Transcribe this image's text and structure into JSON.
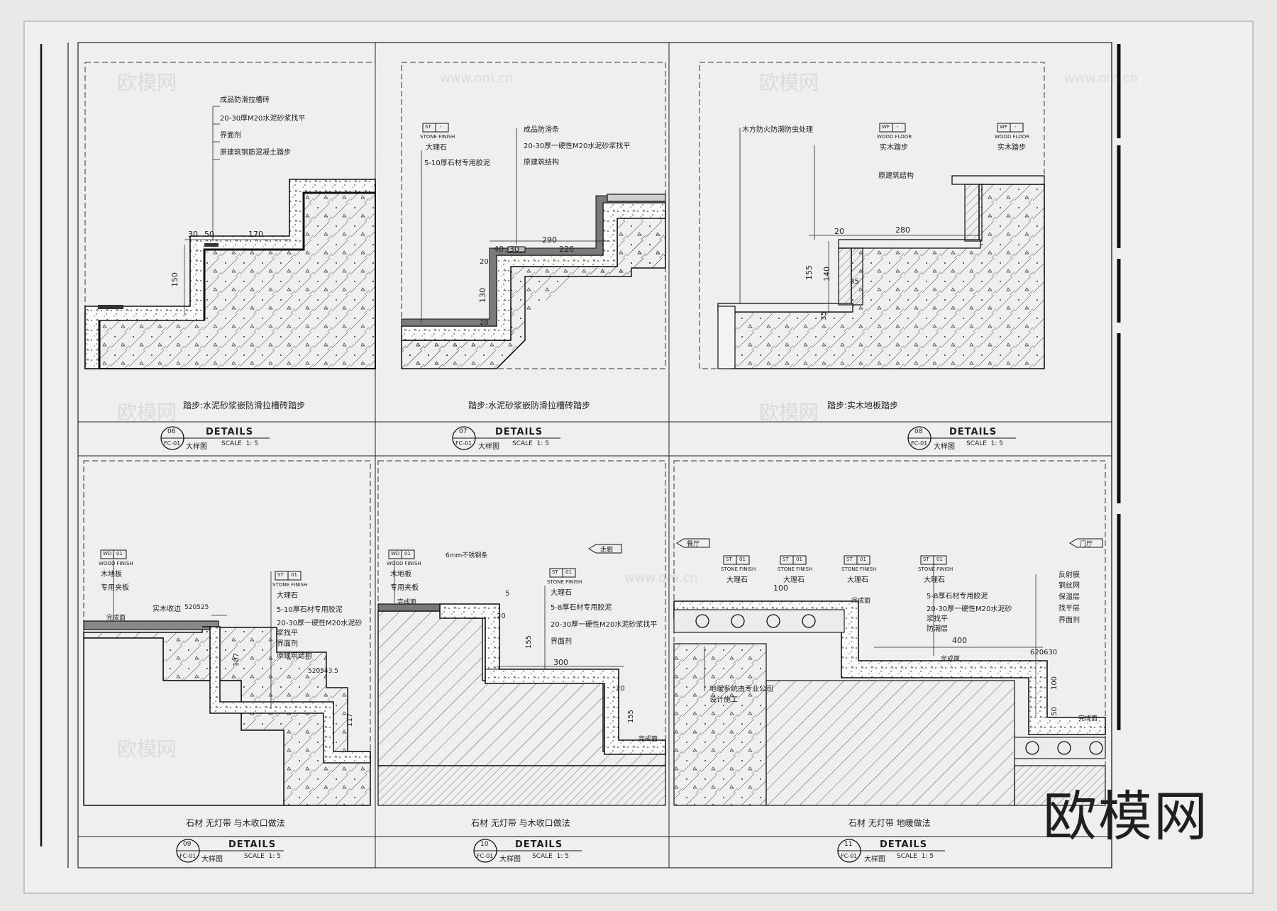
{
  "watermark": "欧模网",
  "faint_watermarks": [
    "欧模网",
    "www.om.cn"
  ],
  "panels": [
    {
      "id": "06",
      "sheet": "FC-01",
      "kind": "大样图",
      "title": "DETAILS",
      "scale": "SCALE  1: 5",
      "caption": "踏步:水泥砂浆嵌防滑拉槽砖踏步",
      "notes": [
        "成品防滑拉槽砖",
        "20-30厚M20水泥砂浆找平",
        "界面剂",
        "原建筑钢筋混凝土踏步"
      ],
      "dims": [
        "30",
        "50",
        "170",
        "150"
      ]
    },
    {
      "id": "07",
      "sheet": "FC-01",
      "kind": "大样图",
      "title": "DETAILS",
      "scale": "SCALE  1: 5",
      "caption": "踏步:水泥砂浆嵌防滑拉槽砖踏步",
      "tag": {
        "code": "ST",
        "num": "-",
        "en": "STONE FINISH",
        "cn": "大理石"
      },
      "notes": [
        "成品防滑条",
        "20-30厚一硬性M20水泥砂浆找平",
        "原建筑结构"
      ],
      "left_note": "5-10厚石材专用胶泥",
      "dims": [
        "40",
        "30",
        "290",
        "220",
        "20",
        "130",
        "20"
      ]
    },
    {
      "id": "08",
      "sheet": "FC-01",
      "kind": "大样图",
      "title": "DETAILS",
      "scale": "SCALE  1: 5",
      "caption": "踏步:实木地板踏步",
      "tags": [
        {
          "code": "WF",
          "num": "-",
          "en": "WOOD FLOOR",
          "cn": "实木踏步"
        },
        {
          "code": "WF",
          "num": "-",
          "en": "WOOD FLOOR",
          "cn": "实木踏步"
        }
      ],
      "left_note": "木方防火防潮防虫处理",
      "notes": [
        "原建筑结构"
      ],
      "dims": [
        "20",
        "280",
        "155",
        "140",
        "35",
        "35"
      ]
    },
    {
      "id": "09",
      "sheet": "FC-01",
      "kind": "大样图",
      "title": "DETAILS",
      "scale": "SCALE  1: 5",
      "caption": "石材 无灯带 与木收口做法",
      "tags": [
        {
          "code": "WD",
          "num": "01",
          "en": "WOOD FINISH",
          "cn": "木地板"
        },
        {
          "code": "ST",
          "num": "01",
          "en": "STONE FINISH",
          "cn": "大理石"
        }
      ],
      "left_notes": [
        "专用夹板",
        "实木收边"
      ],
      "notes": [
        "5-10厚石材专用胶泥",
        "20-30厚一硬性M20水泥砂",
        "浆找平",
        "界面剂",
        "原建筑结构"
      ],
      "marks": [
        "完成面"
      ],
      "dims": [
        "520525",
        "107",
        "520543.5",
        "117"
      ]
    },
    {
      "id": "10",
      "sheet": "FC-01",
      "kind": "大样图",
      "title": "DETAILS",
      "scale": "SCALE  1: 5",
      "caption": "石材 无灯带 与木收口做法",
      "tags": [
        {
          "code": "WD",
          "num": "01",
          "en": "WOOD FINISH",
          "cn": "木地板"
        },
        {
          "code": "ST",
          "num": "01",
          "en": "STONE FINISH",
          "cn": "大理石"
        }
      ],
      "left_notes": [
        "6mm不锈钢条",
        "专用夹板"
      ],
      "room_tag": "走廊",
      "notes": [
        "5-8厚石材专用胶泥",
        "20-30厚一硬性M20水泥砂浆找平",
        "界面剂"
      ],
      "marks": [
        "完成面",
        "完成面"
      ],
      "dims": [
        "5",
        "20",
        "155",
        "300",
        "20",
        "155"
      ]
    },
    {
      "id": "11",
      "sheet": "FC-01",
      "kind": "大样图",
      "title": "DETAILS",
      "scale": "SCALE  1: 5",
      "caption": "石材 无灯带 地暖做法",
      "tags": [
        {
          "code": "ST",
          "num": "01",
          "en": "STONE FINISH",
          "cn": "大理石"
        },
        {
          "code": "ST",
          "num": "01",
          "en": "STONE FINISH",
          "cn": "大理石"
        },
        {
          "code": "ST",
          "num": "01",
          "en": "STONE FINISH",
          "cn": "大理石"
        },
        {
          "code": "ST",
          "num": "01",
          "en": "STONE FINISH",
          "cn": "大理石"
        }
      ],
      "room_tags": [
        "餐厅",
        "门厅"
      ],
      "notes": [
        "5-8厚石材专用胶泥",
        "20-30厚一硬性M20水泥砂",
        "浆找平",
        "防潮层"
      ],
      "right_notes": [
        "反射膜",
        "钢丝网",
        "保温层",
        "找平层",
        "界面剂"
      ],
      "left_note": "地暖系统由专业公司设计施工",
      "marks": [
        "完成面",
        "完成面",
        "完成面"
      ],
      "dims": [
        "100",
        "400",
        "620630",
        "100",
        "50"
      ]
    }
  ]
}
